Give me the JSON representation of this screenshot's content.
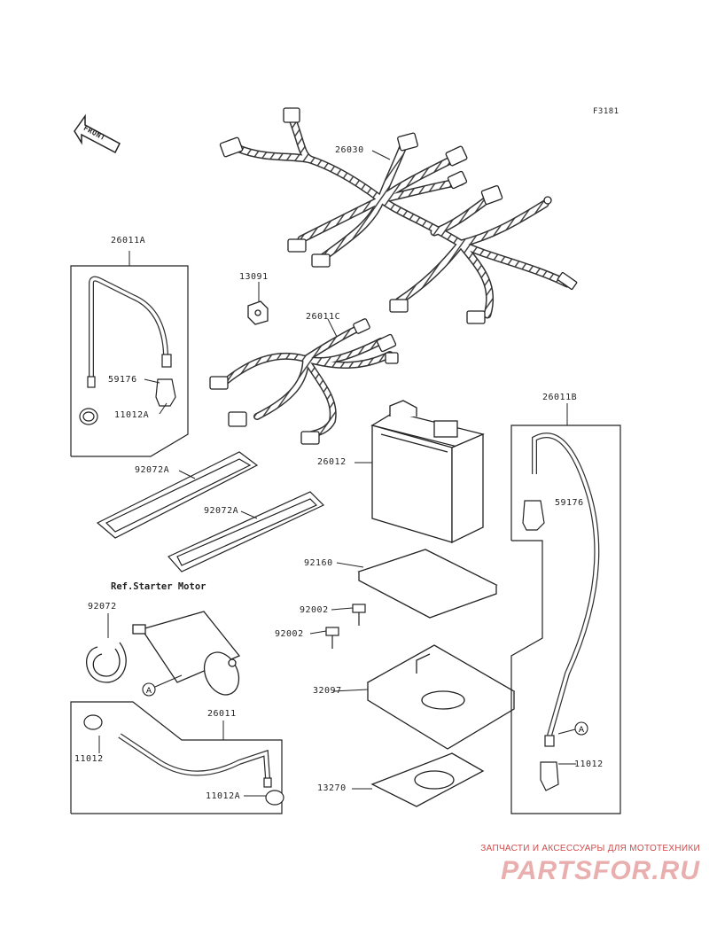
{
  "diagram": {
    "figure_id": "F3181",
    "front_label": "FRONT",
    "ref_label": "Ref.Starter Motor",
    "callout_letter": "A",
    "parts": [
      {
        "number": "26030"
      },
      {
        "number": "26011A"
      },
      {
        "number": "13091"
      },
      {
        "number": "26011C"
      },
      {
        "number": "59176"
      },
      {
        "number": "11012A"
      },
      {
        "number": "26012"
      },
      {
        "number": "26011B"
      },
      {
        "number": "92072A"
      },
      {
        "number": "92072A"
      },
      {
        "number": "92160"
      },
      {
        "number": "92002"
      },
      {
        "number": "92002"
      },
      {
        "number": "92072"
      },
      {
        "number": "32097"
      },
      {
        "number": "26011"
      },
      {
        "number": "11012"
      },
      {
        "number": "11012A"
      },
      {
        "number": "13270"
      },
      {
        "number": "59176"
      },
      {
        "number": "11012"
      }
    ]
  },
  "watermark": {
    "tagline": "ЗАПЧАСТИ И АКСЕССУАРЫ ДЛЯ МОТОТЕХНИКИ",
    "logo_text": "PARTSFOR.RU",
    "color": "#d04a4a"
  }
}
